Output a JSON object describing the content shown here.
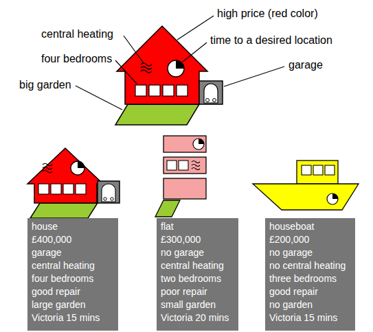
{
  "diagram": {
    "nodes": [
      {
        "text": [
          "house",
          "£400,000",
          "garage",
          "central heating",
          "four bedrooms",
          "good repair",
          "large garden",
          "Victoria 15 mins"
        ]
      },
      {
        "text": [
          "flat",
          "£300,000",
          "no garage",
          "central heating",
          "two bedrooms",
          "poor repair",
          "small garden",
          "Victoria 20 mins"
        ]
      },
      {
        "text": [
          "houseboat",
          "£200,000",
          "no garage",
          "no central heating",
          "three bedrooms",
          "good repair",
          "no garden",
          "Victoria 15 mins"
        ]
      }
    ],
    "edges": [],
    "labels": [
      "high price (red color)",
      "central heating",
      "time to a desired location",
      "four bedrooms",
      "garage",
      "big garden"
    ]
  }
}
